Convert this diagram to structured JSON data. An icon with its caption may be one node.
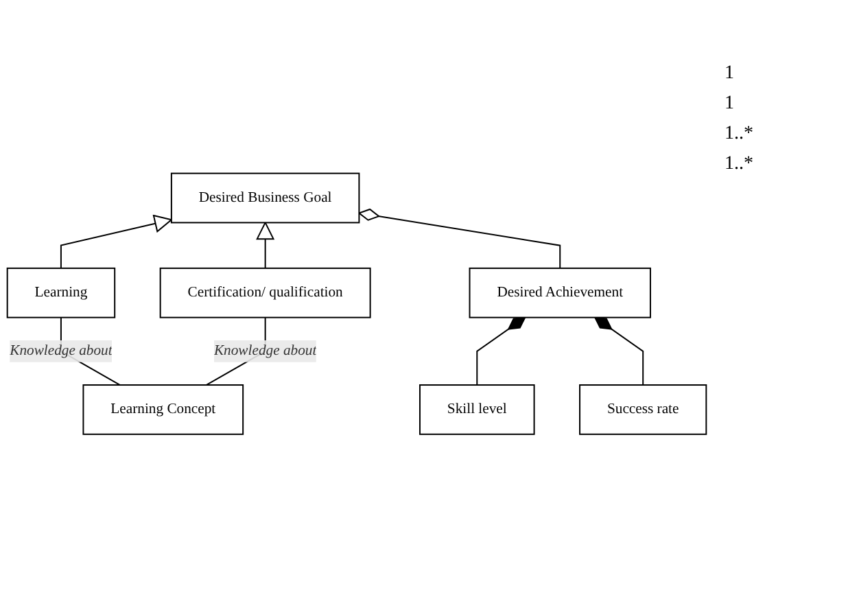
{
  "diagram": {
    "nodes": [
      {
        "text": [
          "Desired Business Goal"
        ]
      },
      {
        "text": [
          "Desired Achievement"
        ]
      },
      {
        "text": [
          "Learning"
        ]
      },
      {
        "text": [
          "Certification/ qualification"
        ]
      },
      {
        "text": [
          "Learning Concept"
        ]
      },
      {
        "text": [
          "Skill level"
        ]
      },
      {
        "text": [
          "Success rate"
        ]
      }
    ],
    "edges": [
      {
        "from": 2,
        "to": 0,
        "arrow": "to"
      },
      {
        "from": 3,
        "to": 0,
        "arrow": "to"
      },
      {
        "from": 0,
        "to": 1,
        "arrow": "other"
      },
      {
        "from": 1,
        "to": 5,
        "arrow": "other"
      },
      {
        "from": 1,
        "to": 6,
        "arrow": "other"
      },
      {
        "from": 2,
        "to": 4,
        "arrow": "none",
        "label": "Knowledge about"
      },
      {
        "from": 3,
        "to": 4,
        "arrow": "none",
        "label": "Knowledge about"
      }
    ],
    "labels": [
      "1",
      "1",
      "1..*",
      "1..*"
    ]
  }
}
